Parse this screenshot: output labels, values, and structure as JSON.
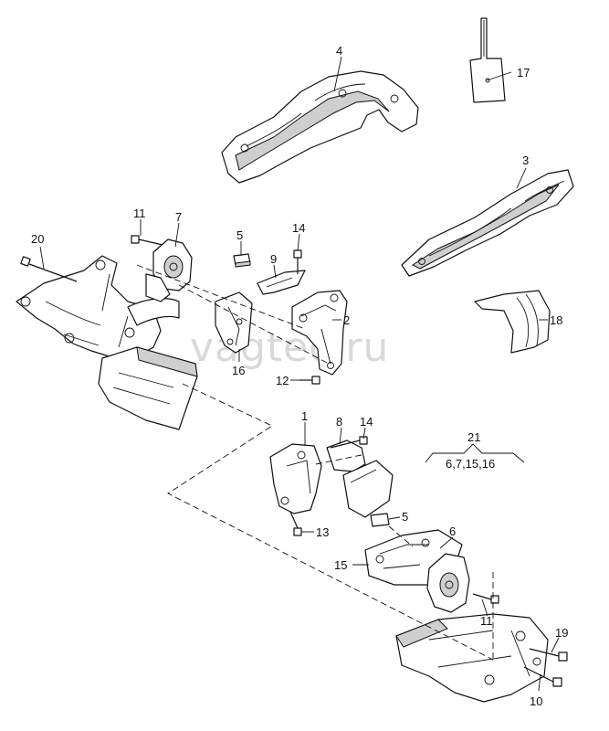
{
  "watermark": "vagtec.ru",
  "callouts": [
    {
      "id": "c1",
      "label": "1"
    },
    {
      "id": "c2",
      "label": "2"
    },
    {
      "id": "c3",
      "label": "3"
    },
    {
      "id": "c4",
      "label": "4"
    },
    {
      "id": "c5a",
      "label": "5"
    },
    {
      "id": "c5b",
      "label": "5"
    },
    {
      "id": "c6",
      "label": "6"
    },
    {
      "id": "c7",
      "label": "7"
    },
    {
      "id": "c8",
      "label": "8"
    },
    {
      "id": "c9",
      "label": "9"
    },
    {
      "id": "c10",
      "label": "10"
    },
    {
      "id": "c11a",
      "label": "11"
    },
    {
      "id": "c11b",
      "label": "11"
    },
    {
      "id": "c12",
      "label": "12"
    },
    {
      "id": "c13",
      "label": "13"
    },
    {
      "id": "c14a",
      "label": "14"
    },
    {
      "id": "c14b",
      "label": "14"
    },
    {
      "id": "c15",
      "label": "15"
    },
    {
      "id": "c16",
      "label": "16"
    },
    {
      "id": "c17",
      "label": "17"
    },
    {
      "id": "c18",
      "label": "18"
    },
    {
      "id": "c19",
      "label": "19"
    },
    {
      "id": "c20",
      "label": "20"
    },
    {
      "id": "c21",
      "label": "21"
    }
  ],
  "kit_contents": "6,7,15,16"
}
